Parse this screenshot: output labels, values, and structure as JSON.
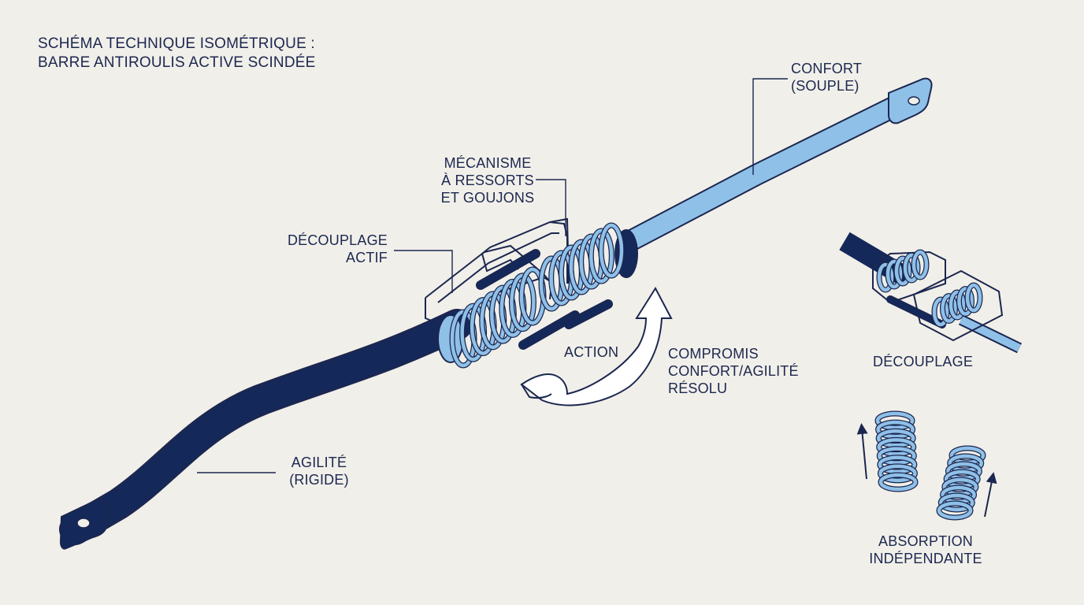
{
  "title": {
    "line1": "SCHÉMA TECHNIQUE ISOMÉTRIQUE :",
    "line2": "BARRE ANTIROULIS ACTIVE SCINDÉE"
  },
  "labels": {
    "confort_line1": "CONFORT",
    "confort_line2": "(SOUPLE)",
    "mecanisme_line1": "MÉCANISME",
    "mecanisme_line2": "À RESSORTS",
    "mecanisme_line3": "ET GOUJONS",
    "decouplage_actif_line1": "DÉCOUPLAGE",
    "decouplage_actif_line2": "ACTIF",
    "action": "ACTION",
    "compromis_line1": "COMPROMIS",
    "compromis_line2": "CONFORT/AGILITÉ",
    "compromis_line3": "RÉSOLU",
    "agilite_line1": "AGILITÉ",
    "agilite_line2": "(RIGIDE)",
    "decouplage": "DÉCOUPLAGE",
    "absorption_line1": "ABSORPTION",
    "absorption_line2": "INDÉPENDANTE"
  },
  "colors": {
    "rigid_bar": "#14285a",
    "soft_bar": "#8fc0e8",
    "spring": "#8fc0e8",
    "ink": "#1b2750",
    "background": "#f1efe9"
  }
}
